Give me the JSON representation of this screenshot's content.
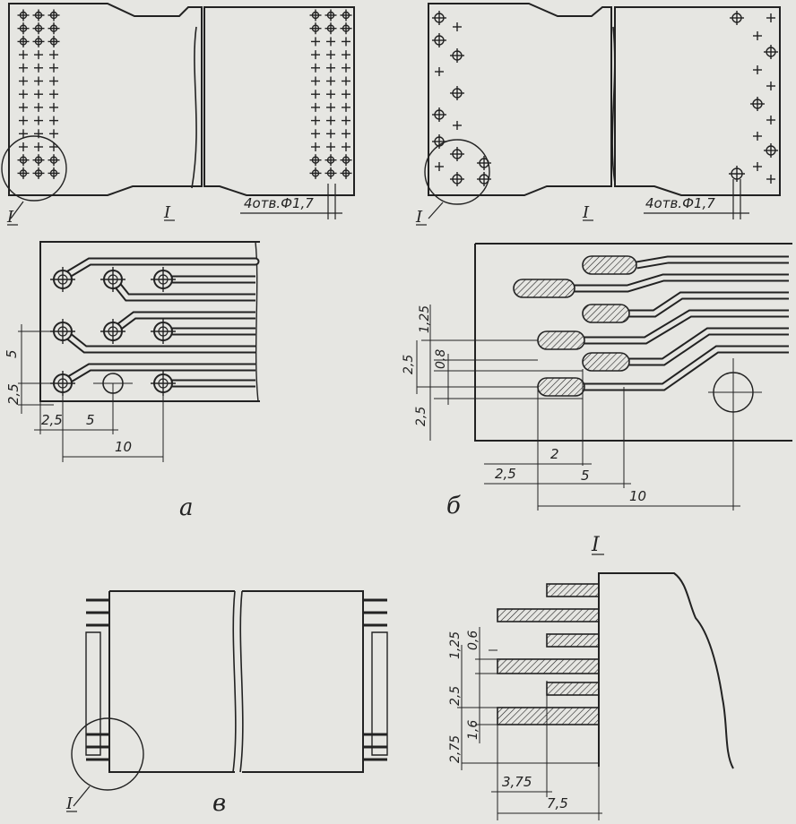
{
  "page": {
    "background": "#e6e6e2",
    "ink": "#222222"
  },
  "callouts": {
    "left": {
      "roman_circle": "I",
      "roman_section": "I",
      "holes": "4отв.Ф1,7"
    },
    "right": {
      "roman_circle": "I",
      "roman_section": "I",
      "holes": "4отв.Ф1,7"
    }
  },
  "fig_a": {
    "caption": "а",
    "dims": {
      "d5_vertical": "5",
      "d25_vertical": "2,5",
      "d25_horizontal": "2,5",
      "d5_horizontal": "5",
      "d10": "10"
    }
  },
  "fig_b": {
    "caption": "б",
    "dims": {
      "d125": "1,25",
      "d25_upper": "2,5",
      "d08": "0,8",
      "d25_lower": "2,5",
      "d2": "2",
      "d25_horizontal": "2,5",
      "d5": "5",
      "d10": "10"
    }
  },
  "fig_v": {
    "caption": "в",
    "roman_circle": "I"
  },
  "detail": {
    "title": "I",
    "dims": {
      "d125": "1,25",
      "d06": "0,6",
      "d25": "2,5",
      "d275": "2,75",
      "d16": "1,6",
      "d375": "3,75",
      "d75": "7,5"
    }
  }
}
